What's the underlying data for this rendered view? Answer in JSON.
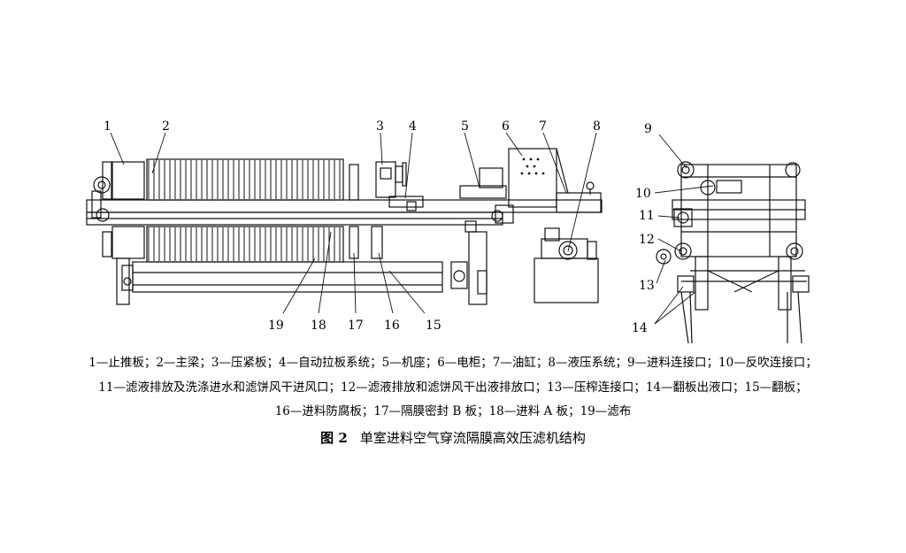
{
  "labels": {
    "l1": "1",
    "l2": "2",
    "l3": "3",
    "l4": "4",
    "l5": "5",
    "l6": "6",
    "l7": "7",
    "l8": "8",
    "l9": "9",
    "l10": "10",
    "l11": "11",
    "l12": "12",
    "l13": "13",
    "l14": "14",
    "l15": "15",
    "l16": "16",
    "l17": "17",
    "l18": "18",
    "l19": "19"
  },
  "caption": {
    "line1": "1—止推板；2—主梁；3—压紧板；4—自动拉板系统；5—机座；6—电柜；7—油缸；8—液压系统；9—进料连接口；10—反吹连接口；",
    "line2": "11—滤液排放及洗涤进水和滤饼风干进风口；12—滤液排放和滤饼风干出液排放口；13—压榨连接口；14—翻板出液口；15—翻板；",
    "line3": "16—进料防腐板；17—隔膜密封 B 板；18—进料 A 板；19—滤布"
  },
  "figure_title": {
    "number": "图 2",
    "text": "单室进料空气穿流隔膜高效压滤机结构"
  }
}
